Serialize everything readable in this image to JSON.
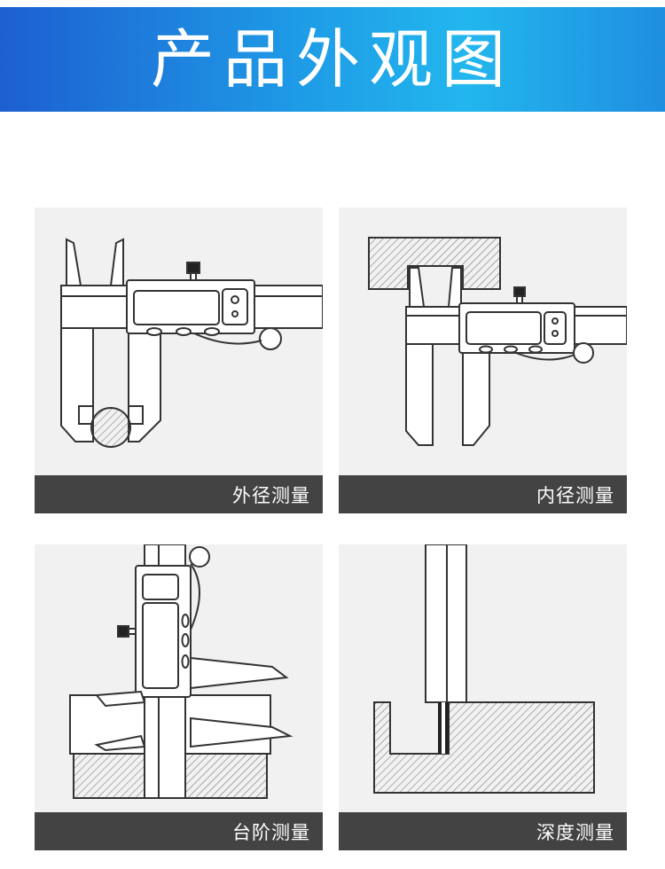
{
  "header": {
    "title": "产品外观图"
  },
  "panels": [
    {
      "caption": "外径测量",
      "illustration": "outside-diameter-measurement"
    },
    {
      "caption": "内径测量",
      "illustration": "inside-diameter-measurement"
    },
    {
      "caption": "台阶测量",
      "illustration": "step-measurement"
    },
    {
      "caption": "深度测量",
      "illustration": "depth-measurement"
    }
  ],
  "colors": {
    "banner_start": "#1d5fd1",
    "banner_end": "#22b6ee",
    "caption_bg": "#434343",
    "panel_bg": "#f1f1f1"
  }
}
